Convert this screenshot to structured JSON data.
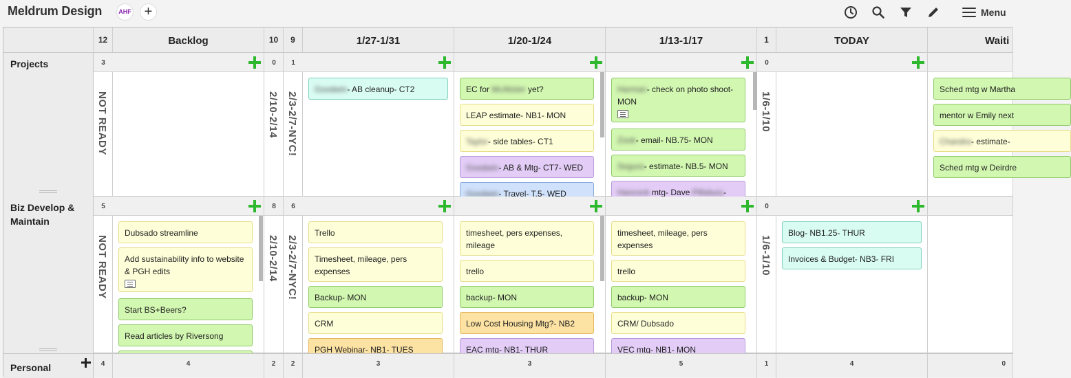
{
  "app": {
    "title": "Meldrum Design",
    "avatar_initials": "AHF",
    "menu_label": "Menu"
  },
  "toolbar_icons": [
    "history-icon",
    "search-icon",
    "filter-icon",
    "edit-icon",
    "menu-icon"
  ],
  "colors": {
    "accent_plus": "#2eb82e",
    "card_green": "#d2f7b1",
    "card_yellow": "#fefed8",
    "card_purple": "#e3cdf7",
    "card_blue": "#cfe1fb",
    "card_teal": "#d8fbf2",
    "card_orange": "#fde3a3"
  },
  "columns": {
    "backlog_count": "12",
    "backlog": "Backlog",
    "c2_count": "10",
    "c3_count": "9",
    "w1": "1/27-1/31",
    "w2": "1/20-1/24",
    "w3": "1/13-1/17",
    "c7_count": "1",
    "today": "TODAY",
    "waiting": "Waiti"
  },
  "collapsed": {
    "not_ready": "NOT READY",
    "feb10": "2/10-2/14",
    "feb3": "2/3-2/7-NYC!",
    "jan6": "1/6-1/10"
  },
  "lanes": {
    "projects": {
      "name": "Projects",
      "counts": {
        "backlog": "3",
        "c2": "0",
        "c3": "1",
        "c7": "0"
      },
      "cards": {
        "w1": [
          {
            "prefix": "Goodwin",
            "text": "- AB cleanup- CT2",
            "color": "teal"
          }
        ],
        "w2": [
          {
            "prefix": "",
            "text": "EC for",
            "blur_mid": "McAlister",
            "suffix": " yet?",
            "color": "green"
          },
          {
            "prefix": "",
            "text": "LEAP estimate- NB1- MON",
            "color": "yellow"
          },
          {
            "prefix": "Taylor",
            "text": "- side tables- CT1",
            "color": "yellow"
          },
          {
            "prefix": "Goodwin",
            "text": "- AB & Mtg- CT7- WED",
            "color": "purple"
          },
          {
            "prefix": "Goodwin",
            "text": "- Travel- T.5- WED",
            "color": "blue"
          }
        ],
        "w3": [
          {
            "prefix": "Harman",
            "text": "- check on photo shoot- MON",
            "color": "green",
            "note": true
          },
          {
            "prefix": "Zook",
            "text": "- email- NB.75- MON",
            "color": "green"
          },
          {
            "prefix": "Segura",
            "text": "- estimate- NB.5- MON",
            "color": "green"
          },
          {
            "prefix": "Hancock",
            "text": " mtg- Dave ",
            "blur_tail": "Pillsbury",
            "suffix": "-",
            "color": "purple"
          }
        ],
        "waiting": [
          {
            "text": "Sched mtg w Martha",
            "color": "green"
          },
          {
            "text": "mentor w Emily next",
            "color": "green"
          },
          {
            "prefix": "Chandra",
            "text": "- estimate-",
            "color": "yellow"
          },
          {
            "text": "Sched mtg w Deirdre",
            "color": "green"
          }
        ]
      }
    },
    "biz": {
      "name": "Biz Develop & Maintain",
      "counts": {
        "backlog": "5",
        "c2": "8",
        "c3": "6",
        "c7": "0"
      },
      "cards": {
        "backlog": [
          {
            "text": "Dubsado streamline",
            "color": "yellow"
          },
          {
            "text": "Add sustainability info to website & PGH edits",
            "color": "yellow",
            "note": true
          },
          {
            "text": "Start BS+Beers?",
            "color": "green"
          },
          {
            "text": "Read articles by Riversong",
            "color": "green"
          }
        ],
        "w1": [
          {
            "text": "Trello",
            "color": "yellow"
          },
          {
            "text": "Timesheet, mileage, pers expenses",
            "color": "yellow"
          },
          {
            "text": "Backup- MON",
            "color": "green"
          },
          {
            "text": "CRM",
            "color": "yellow"
          },
          {
            "text": "PGH Webinar- NB1- TUES",
            "color": "orange"
          }
        ],
        "w2": [
          {
            "text": "timesheet, pers expenses, mileage",
            "color": "yellow"
          },
          {
            "text": "trello",
            "color": "yellow"
          },
          {
            "text": "backup- MON",
            "color": "green"
          },
          {
            "text": "Low Cost Housing Mtg?- NB2",
            "color": "orange"
          },
          {
            "text": "EAC mtg- NB1- THUR",
            "color": "purple"
          }
        ],
        "w3": [
          {
            "text": "timesheet, mileage, pers expenses",
            "color": "yellow"
          },
          {
            "text": "trello",
            "color": "yellow"
          },
          {
            "text": "backup- MON",
            "color": "green"
          },
          {
            "text": "CRM/ Dubsado",
            "color": "yellow"
          },
          {
            "text": "VEC mtg- NB1- MON",
            "color": "purple"
          }
        ],
        "today": [
          {
            "text": "Blog- NB1.25- THUR",
            "color": "teal"
          },
          {
            "text": "Invoices & Budget- NB3- FRI",
            "color": "teal"
          }
        ]
      }
    },
    "personal": {
      "name": "Personal",
      "counts": {
        "backlog_left": "4",
        "backlog": "4",
        "c2": "2",
        "c3": "2",
        "w1": "3",
        "w2": "3",
        "w3": "5",
        "c7": "1",
        "today": "4",
        "waiting": "0"
      }
    }
  }
}
